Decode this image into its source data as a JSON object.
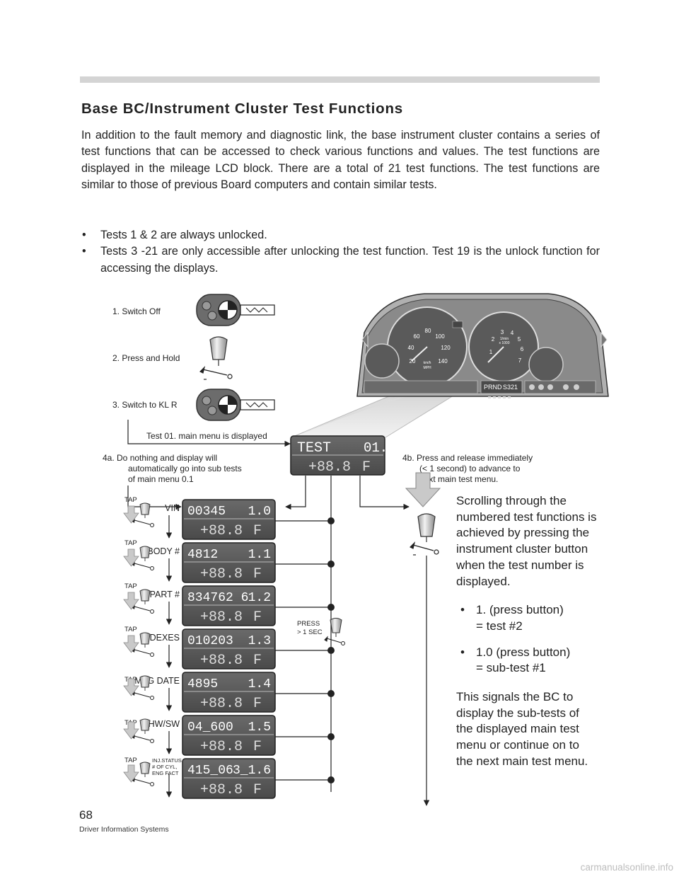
{
  "title": "Base BC/Instrument Cluster Test Functions",
  "intro": "In addition to the fault memory and diagnostic link, the base instrument cluster contains a series of test functions that can be accessed to check various functions and values.  The test functions are displayed in the mileage LCD block. There are a total of 21 test functions. The test functions are similar to those of previous Board computers and contain similar tests.",
  "bullets": [
    "Tests 1 & 2 are always unlocked.",
    "Tests 3 -21 are only accessible after unlocking the test function.  Test 19 is the unlock function for accessing the displays."
  ],
  "diagram": {
    "steps": [
      "1. Switch Off",
      "2. Press and Hold",
      "3. Switch to KL R"
    ],
    "test01_label": "Test 01. main menu is displayed",
    "note_4a": [
      "4a. Do nothing and display will",
      "automatically go into sub tests",
      "of main menu 0.1"
    ],
    "note_4b": [
      "4b. Press and release immediately",
      "(< 1 second) to advance to",
      "next main test menu."
    ],
    "main_display": {
      "top_left": "TEST",
      "top_right": "01.",
      "bottom": "+88.8",
      "bottom_unit": "F"
    },
    "tap": "TAP",
    "press_label": [
      "PRESS",
      "> 1 SEC"
    ],
    "sub_rows": [
      {
        "label": "VIN",
        "top_left": "00345",
        "top_right": "1.0"
      },
      {
        "label": "BODY #",
        "top_left": "4812",
        "top_right": "1.1"
      },
      {
        "label": "PART #",
        "top_left": "834762 6",
        "top_right": "1.2"
      },
      {
        "label": "INDEXES",
        "top_left": "010203",
        "top_right": "1.3"
      },
      {
        "label": "MFG DATE",
        "top_left": "4895",
        "top_right": "1.4"
      },
      {
        "label": "HW/SW",
        "top_left": "04_600",
        "top_right": "1.5"
      },
      {
        "label": "INJ.STATUS,\n# OF CYL,\nENG FACT",
        "top_left": "415_06",
        "top_right": "3_1.6"
      }
    ],
    "sub_bottom": "+88.8",
    "sub_unit": "F",
    "cluster": {
      "speed_ticks": [
        "20",
        "40",
        "60",
        "80",
        "100",
        "120",
        "140"
      ],
      "rpm_ticks": [
        "1",
        "2",
        "3",
        "4",
        "5",
        "6",
        "7"
      ],
      "speed_unit": [
        "km/h",
        "MPH"
      ],
      "rpm_unit": [
        "1/min",
        "x 1000"
      ],
      "gear_display": "PRND",
      "gear_code": "S321"
    }
  },
  "sidebar": {
    "intro": "Scrolling through the numbered test functions is achieved by pressing the instrument cluster button when the test number is displayed.",
    "items": [
      "1. (press button)\n= test #2",
      "1.0 (press button)\n= sub-test #1"
    ],
    "outro": "This signals the BC to display the sub-tests of the displayed main test menu or continue on to the next main test menu."
  },
  "page_number": "68",
  "footer_text": "Driver Information Systems",
  "watermark": "carmanualsonline.info"
}
